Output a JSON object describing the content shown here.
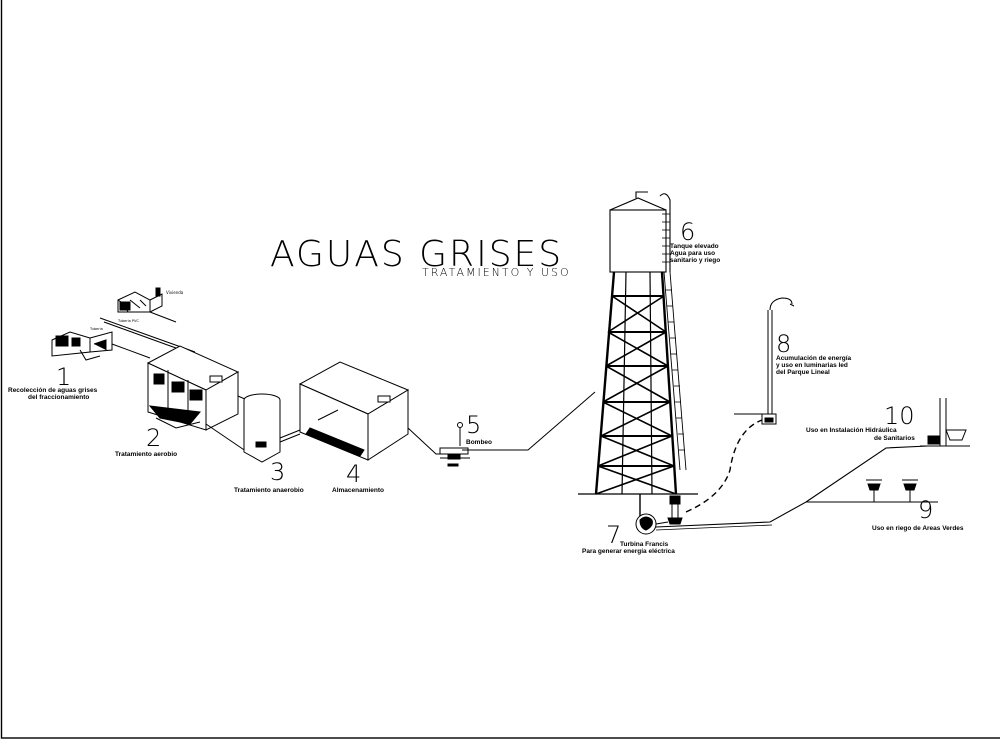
{
  "title": "AGUAS GRISES",
  "subtitle": "TRATAMIENTO Y USO",
  "steps": [
    {
      "num": "1",
      "lines": [
        "Recolección  de aguas grises",
        "del fraccionamiento"
      ]
    },
    {
      "num": "2",
      "lines": [
        "Tratamiento aerobio"
      ]
    },
    {
      "num": "3",
      "lines": [
        "Tratamiento anaerobio"
      ]
    },
    {
      "num": "4",
      "lines": [
        "Almacenamiento"
      ]
    },
    {
      "num": "5",
      "lines": [
        "Bombeo"
      ]
    },
    {
      "num": "6",
      "lines": [
        "Tanque elevado",
        "Agua para uso",
        "sanitario y riego"
      ]
    },
    {
      "num": "7",
      "lines": [
        "Turbina Francis",
        "Para generar energía eléctrica"
      ]
    },
    {
      "num": "8",
      "lines": [
        "Acumulación de energía",
        "y uso en luminarias led",
        "del Parque Lineal"
      ]
    },
    {
      "num": "9",
      "lines": [
        "Uso en riego de Areas Verdes"
      ]
    },
    {
      "num": "10",
      "lines": [
        "Uso en Instalación Hidráulica",
        "de Sanitarios"
      ]
    }
  ]
}
